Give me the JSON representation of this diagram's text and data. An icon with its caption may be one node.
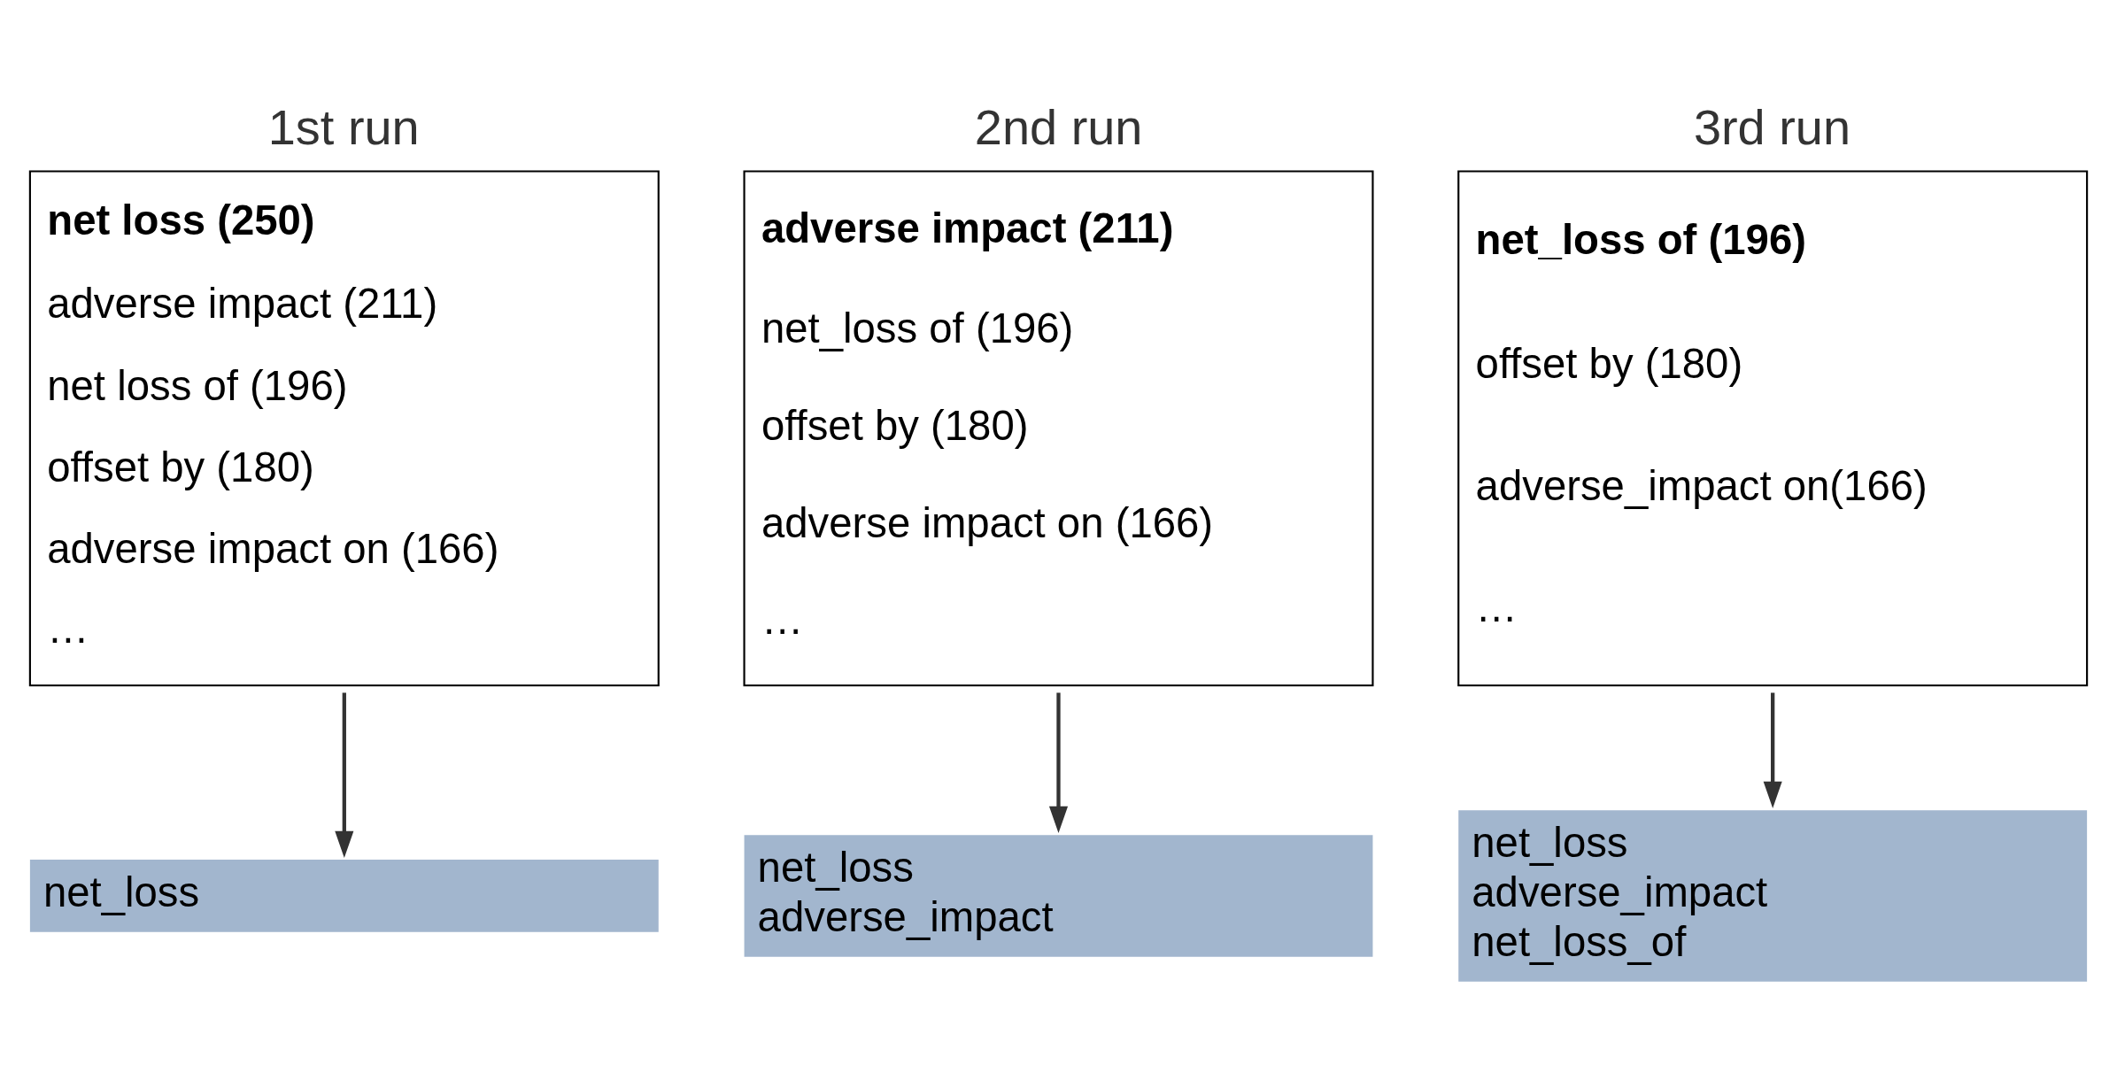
{
  "diagram": {
    "nodes": [
      {
        "text": [
          "1st run",
          "net loss (250)",
          "adverse impact (211)",
          "net loss of (196)",
          "offset by (180)",
          "adverse impact on (166)",
          "…"
        ]
      },
      {
        "text": [
          "2nd run",
          "adverse impact (211)",
          "net_loss of (196)",
          "offset by (180)",
          "adverse impact on (166)",
          "…"
        ]
      },
      {
        "text": [
          "3rd run",
          "net_loss of (196)",
          "offset by (180)",
          "adverse_impact on(166)",
          "…"
        ]
      },
      {
        "text": [
          "net_loss"
        ]
      },
      {
        "text": [
          "net_loss",
          "adverse_impact"
        ]
      },
      {
        "text": [
          "net_loss",
          "adverse_impact",
          "net_loss_of"
        ]
      }
    ],
    "edges": [
      {
        "from": 0,
        "to": 3,
        "arrow": "to"
      },
      {
        "from": 1,
        "to": 4,
        "arrow": "to"
      },
      {
        "from": 2,
        "to": 5,
        "arrow": "to"
      }
    ]
  }
}
